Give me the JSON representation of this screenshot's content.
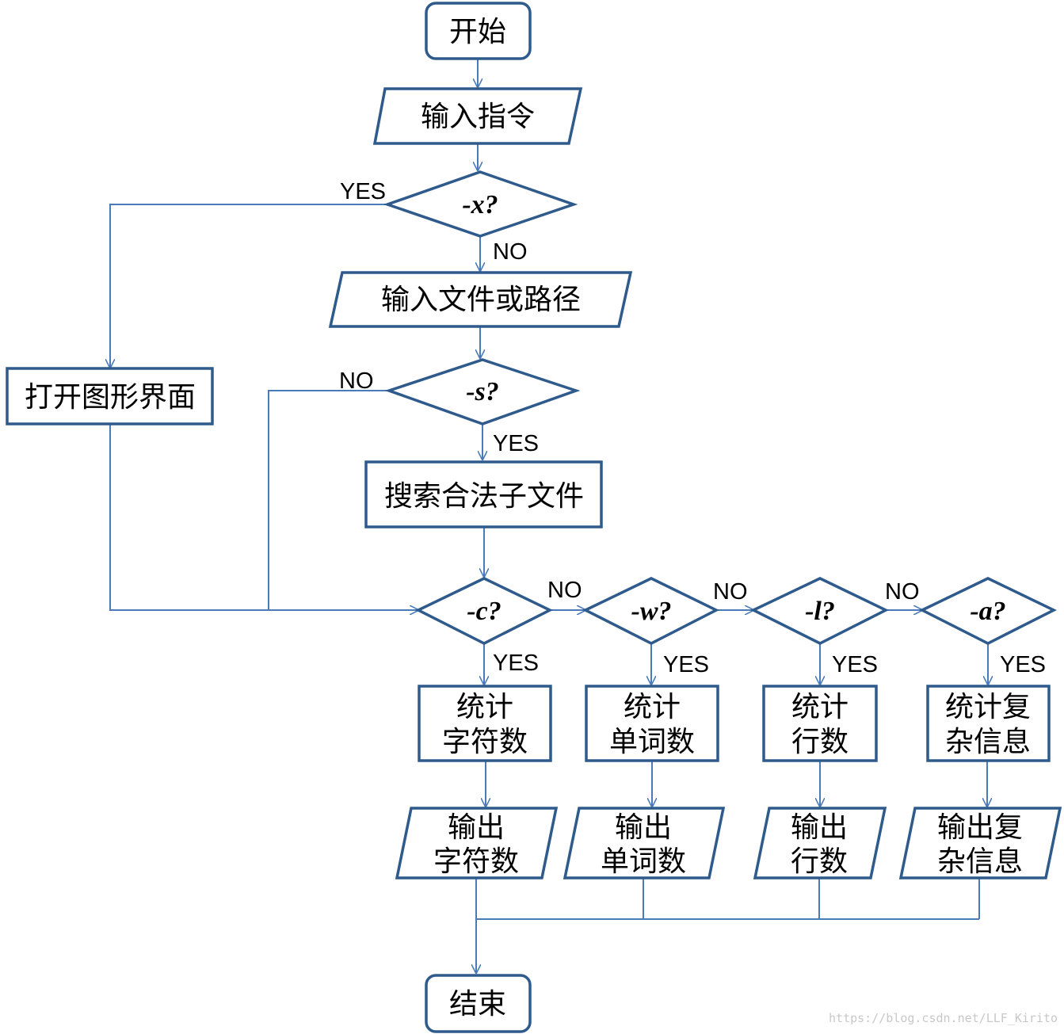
{
  "nodes": {
    "start": "开始",
    "input_cmd": "输入指令",
    "check_x": "-x?",
    "input_path": "输入文件或路径",
    "open_gui": "打开图形界面",
    "check_s": "-s?",
    "search_files": "搜索合法子文件",
    "check_c": "-c?",
    "check_w": "-w?",
    "check_l": "-l?",
    "check_a": "-a?",
    "count_chars": [
      "统计",
      "字符数"
    ],
    "count_words": [
      "统计",
      "单词数"
    ],
    "count_lines": [
      "统计",
      "行数"
    ],
    "count_complex": [
      "统计复",
      "杂信息"
    ],
    "out_chars": [
      "输出",
      "字符数"
    ],
    "out_words": [
      "输出",
      "单词数"
    ],
    "out_lines": [
      "输出",
      "行数"
    ],
    "out_complex": [
      "输出复",
      "杂信息"
    ],
    "end": "结束"
  },
  "edge_labels": {
    "yes": "YES",
    "no": "NO"
  },
  "watermark": "https://blog.csdn.net/LLF_Kirito",
  "colors": {
    "shape_stroke": "#2f5a8c",
    "connector": "#4a7ab8",
    "background": "#ffffff"
  }
}
